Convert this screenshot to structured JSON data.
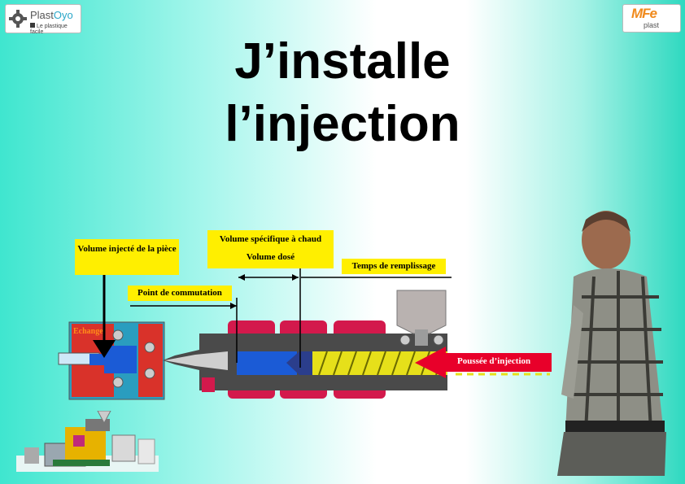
{
  "logos": {
    "plastoyo": {
      "part1": "Plast",
      "part2": "Oyo",
      "tagline": "Le plastique facile"
    },
    "mfplast": {
      "mark": "MFe",
      "sub": "plast"
    }
  },
  "title": {
    "line1": "J’installe",
    "line2": "l’injection"
  },
  "diagram": {
    "volume_injecte": "Volume injecté de la pièce",
    "volume_specifique": "Volume spécifique à chaud",
    "volume_dose": "Volume dosé",
    "temps_remplissage": "Temps de remplissage",
    "point_commutation": "Point de commutation",
    "echange": "Echange",
    "poussee": "Poussée d’injection"
  },
  "colors": {
    "yellow": "#ffef00",
    "red": "#e8002a",
    "blue": "#1b5bd6",
    "crimson": "#d3194c",
    "screw": "#e6e01a"
  }
}
